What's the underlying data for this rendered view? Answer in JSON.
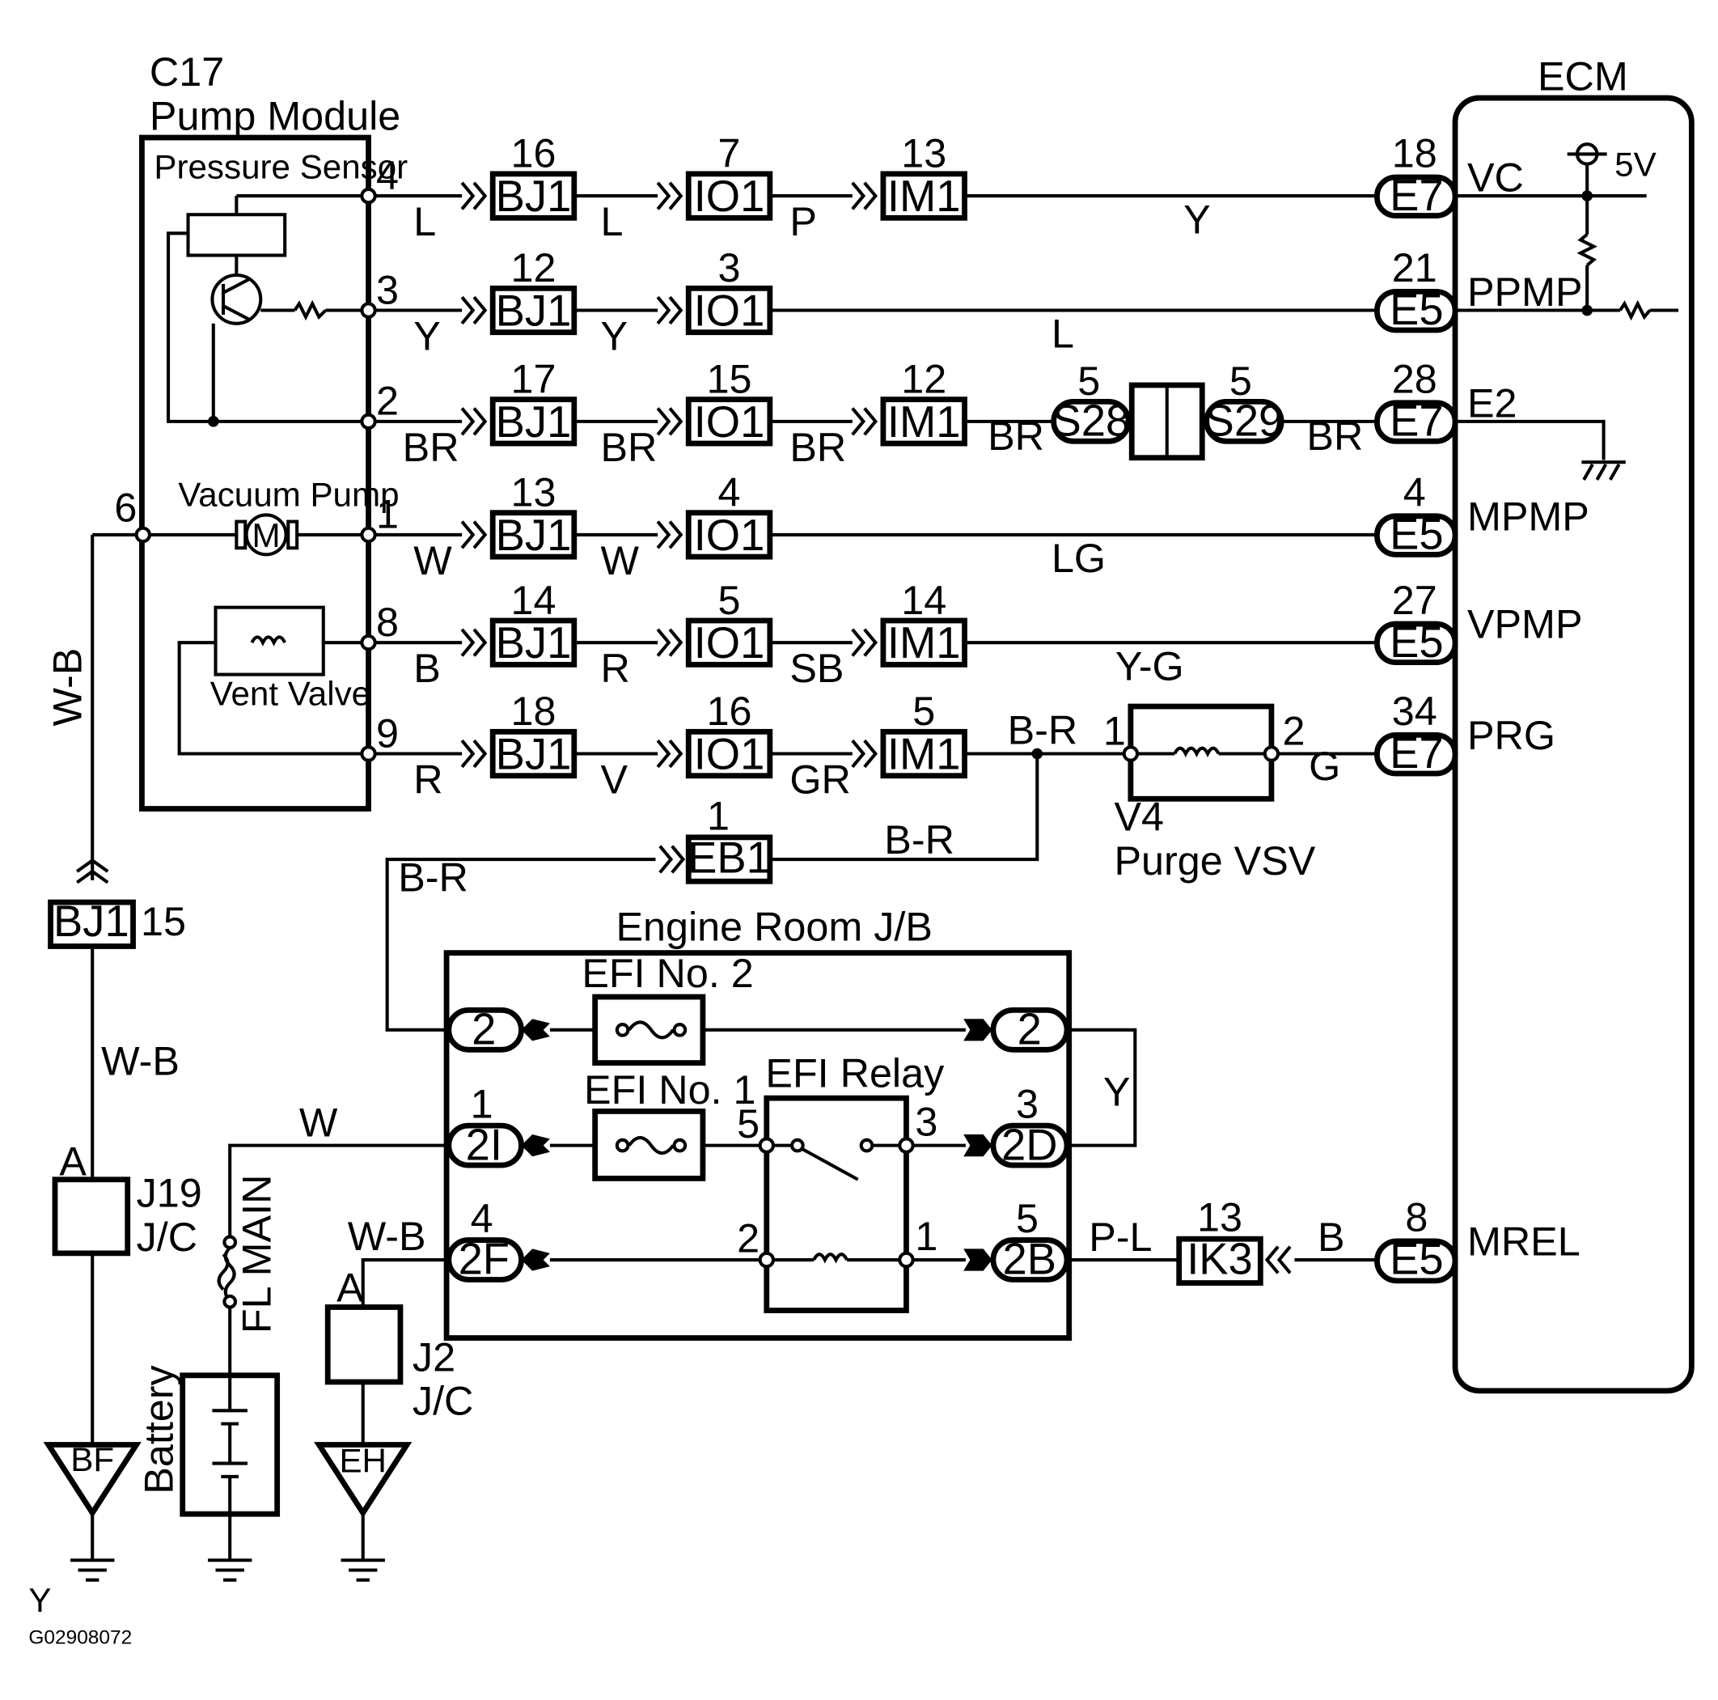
{
  "pump_module": {
    "id": "C17",
    "title": "Pump Module",
    "pressure_sensor": "Pressure Sensor",
    "vacuum_pump": "Vacuum Pump",
    "motor_symbol": "M",
    "vent_valve": "Vent Valve",
    "ground_pin": "6"
  },
  "ecm": {
    "title": "ECM",
    "supply": "5V"
  },
  "circuits": [
    {
      "id": "vc",
      "pin": "4",
      "c1": {
        "label": "BJ1",
        "pin": "16"
      },
      "w1": "L",
      "c2": {
        "label": "IO1",
        "pin": "7"
      },
      "w2": "L",
      "c3": {
        "label": "IM1",
        "pin": "13"
      },
      "w3": "P",
      "w4": "Y",
      "ecm_conn": {
        "label": "E7",
        "pin": "18"
      },
      "terminal": "VC"
    },
    {
      "id": "ppmp",
      "pin": "3",
      "c1": {
        "label": "BJ1",
        "pin": "12"
      },
      "w1": "Y",
      "c2": {
        "label": "IO1",
        "pin": "3"
      },
      "w2": "Y",
      "w4": "L",
      "ecm_conn": {
        "label": "E5",
        "pin": "21"
      },
      "terminal": "PPMP"
    },
    {
      "id": "e2",
      "pin": "2",
      "c1": {
        "label": "BJ1",
        "pin": "17"
      },
      "w1": "BR",
      "c2": {
        "label": "IO1",
        "pin": "15"
      },
      "w2": "BR",
      "c3": {
        "label": "IM1",
        "pin": "12"
      },
      "w3": "BR",
      "w4": "BR",
      "s1": {
        "label": "S28",
        "pin": "5"
      },
      "s2": {
        "label": "S29",
        "pin": "5"
      },
      "w5": "BR",
      "ecm_conn": {
        "label": "E7",
        "pin": "28"
      },
      "terminal": "E2"
    },
    {
      "id": "mpmp",
      "pin": "1",
      "c1": {
        "label": "BJ1",
        "pin": "13"
      },
      "w1": "W",
      "c2": {
        "label": "IO1",
        "pin": "4"
      },
      "w2": "W",
      "w4": "LG",
      "ecm_conn": {
        "label": "E5",
        "pin": "4"
      },
      "terminal": "MPMP"
    },
    {
      "id": "vpmp",
      "pin": "8",
      "c1": {
        "label": "BJ1",
        "pin": "14"
      },
      "w1": "B",
      "c2": {
        "label": "IO1",
        "pin": "5"
      },
      "w2": "R",
      "c3": {
        "label": "IM1",
        "pin": "14"
      },
      "w3": "SB",
      "w4": "Y-G",
      "ecm_conn": {
        "label": "E5",
        "pin": "27"
      },
      "terminal": "VPMP"
    },
    {
      "id": "prg",
      "pin": "9",
      "c1": {
        "label": "BJ1",
        "pin": "18"
      },
      "w1": "R",
      "c2": {
        "label": "IO1",
        "pin": "16"
      },
      "w2": "V",
      "c3": {
        "label": "IM1",
        "pin": "5"
      },
      "w3": "GR",
      "w4": "B-R",
      "ecm_conn": {
        "label": "E7",
        "pin": "34"
      },
      "terminal": "PRG"
    }
  ],
  "purge_vsv": {
    "id": "V4",
    "title": "Purge VSV",
    "pin1": "1",
    "pin2": "2",
    "out_wire": "G"
  },
  "eb1": {
    "label": "EB1",
    "pin": "1",
    "wire_top": "B-R",
    "wire_left": "B-R"
  },
  "ground_side": {
    "wire_vertical": "W-B",
    "bj1": {
      "label": "BJ1",
      "pin": "15"
    },
    "wire_lower": "W-B",
    "j19": {
      "id": "J19",
      "type": "J/C",
      "pin": "A"
    },
    "ground_bf": "BF"
  },
  "jb": {
    "title": "Engine Room J/B",
    "efi2": "EFI No. 2",
    "efi1": "EFI No. 1",
    "relay": "EFI Relay",
    "relay_pins": {
      "p5": "5",
      "p3": "3",
      "p2": "2",
      "p1": "1"
    },
    "left": [
      {
        "label": "2",
        "pin": ""
      },
      {
        "label": "2I",
        "pin": "1"
      },
      {
        "label": "2F",
        "pin": "4"
      }
    ],
    "right": [
      {
        "label": "2",
        "pin": ""
      },
      {
        "label": "2D",
        "pin": "3"
      },
      {
        "label": "2B",
        "pin": "5"
      }
    ],
    "loop_wire": "Y"
  },
  "battery_side": {
    "wire_w": "W",
    "fl_main": "FL MAIN",
    "battery": "Battery"
  },
  "j2_side": {
    "wire": "W-B",
    "j2": {
      "id": "J2",
      "type": "J/C",
      "pin": "A"
    },
    "ground_eh": "EH"
  },
  "mrel": {
    "wire_pl": "P-L",
    "ik3": {
      "label": "IK3",
      "pin": "13"
    },
    "wire_b": "B",
    "ecm_conn": {
      "label": "E5",
      "pin": "8"
    },
    "terminal": "MREL"
  },
  "footer": {
    "color_code": "Y",
    "figure_id": "G02908072"
  }
}
